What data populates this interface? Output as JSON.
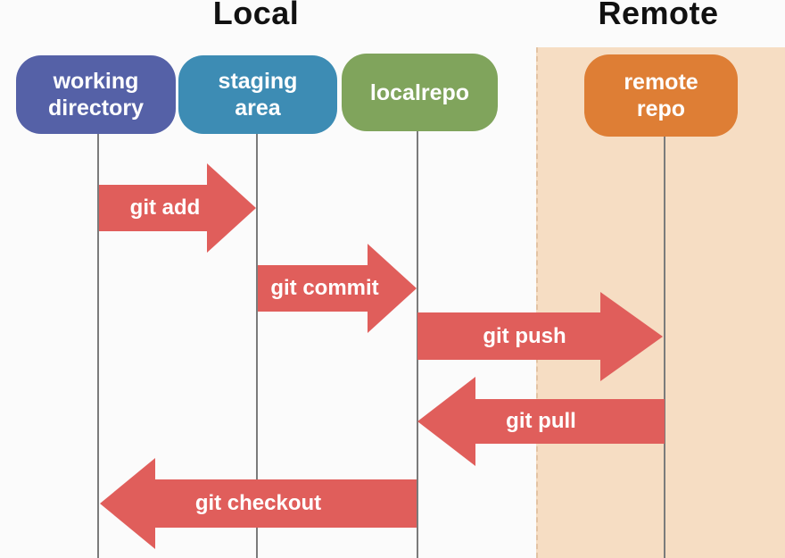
{
  "diagram": {
    "sections": [
      {
        "title": "Local"
      },
      {
        "title": "Remote"
      }
    ],
    "nodes": [
      {
        "id": "working-directory",
        "label": "working\ndirectory",
        "color": "#5561a7"
      },
      {
        "id": "staging-area",
        "label": "staging\narea",
        "color": "#3d8cb4"
      },
      {
        "id": "localrepo",
        "label": "localrepo",
        "color": "#80a45c"
      },
      {
        "id": "remote-repo",
        "label": "remote\nrepo",
        "color": "#de7e35"
      }
    ],
    "arrows": [
      {
        "label": "git add",
        "direction": "right",
        "from": "working-directory",
        "to": "staging-area"
      },
      {
        "label": "git commit",
        "direction": "right",
        "from": "staging-area",
        "to": "localrepo"
      },
      {
        "label": "git push",
        "direction": "right",
        "from": "localrepo",
        "to": "remote-repo"
      },
      {
        "label": "git pull",
        "direction": "left",
        "from": "remote-repo",
        "to": "localrepo"
      },
      {
        "label": "git checkout",
        "direction": "left",
        "from": "localrepo",
        "to": "working-directory"
      }
    ],
    "colors": {
      "arrow": "#e05e5b",
      "remote_bg": "#f6ddc3",
      "remote_border": "#e3c3a3",
      "lifeline": "#7b7b7b",
      "title": "#111111",
      "node_working": "#5561a7",
      "node_staging": "#3d8cb4",
      "node_local": "#80a45c",
      "node_remote": "#de7e35",
      "canvas_bg": "#fbfbfb"
    }
  }
}
